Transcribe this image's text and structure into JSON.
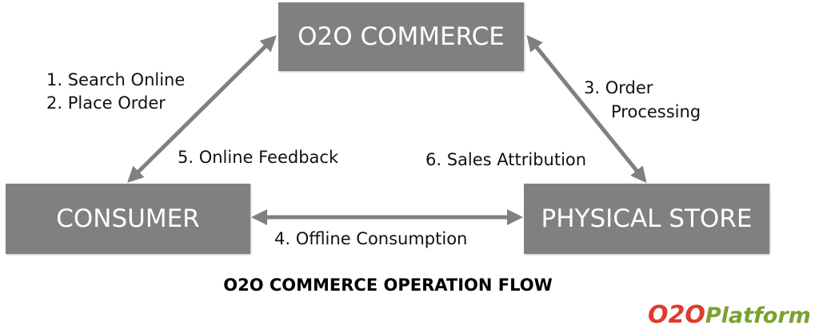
{
  "nodes": {
    "o2o": "O2O COMMERCE",
    "consumer": "CONSUMER",
    "store": "PHYSICAL STORE"
  },
  "edges": {
    "consumer_o2o": [
      "1. Search Online",
      "2. Place Order"
    ],
    "o2o_store": [
      "3. Order",
      "Processing"
    ],
    "consumer_store": "4. Offline Consumption",
    "feedback": "5. Online Feedback",
    "attribution": "6. Sales Attribution"
  },
  "title": "O2O COMMERCE OPERATION FLOW",
  "logo": {
    "part1": "O2O",
    "part2": "Platform"
  },
  "colors": {
    "box": "#808080",
    "arrow": "#808080",
    "logo_red": "#e03a2f",
    "logo_green": "#7aa22e"
  }
}
